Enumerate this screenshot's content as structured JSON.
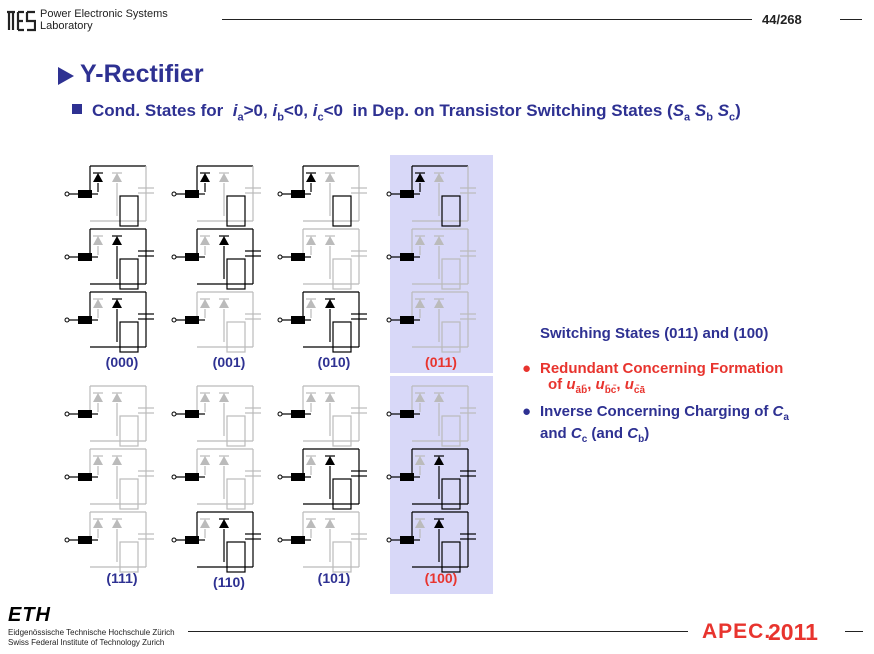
{
  "header": {
    "lab_line1": "Power Electronic Systems",
    "lab_line2": "Laboratory",
    "page": "44/268"
  },
  "title": "Y-Rectifier",
  "subtitle": {
    "lead": "Cond. States for",
    "cond_a_var": "i",
    "cond_a_sub": "a",
    "cond_a_rel": ">0,",
    "cond_b_var": "i",
    "cond_b_sub": "b",
    "cond_b_rel": "<0,",
    "cond_c_var": "i",
    "cond_c_sub": "c",
    "cond_c_rel": "<0",
    "tail": "in Dep. on Transistor Switching States (",
    "sa": "S",
    "sa_sub": "a",
    "sb": "S",
    "sb_sub": "b",
    "sc": "S",
    "sc_sub": "c",
    "close": ")"
  },
  "states_top": [
    "(000)",
    "(001)",
    "(010)",
    "(011)"
  ],
  "states_bottom": [
    "(111)",
    "(110)",
    "(101)",
    "(100)"
  ],
  "highlighted_states": [
    "(011)",
    "(100)"
  ],
  "diodes_on": {
    "000": [
      1,
      2,
      2
    ],
    "001": [
      1,
      2,
      0
    ],
    "010": [
      1,
      0,
      2
    ],
    "011": [
      1,
      0,
      0
    ],
    "111": [
      0,
      0,
      0
    ],
    "110": [
      0,
      0,
      2
    ],
    "101": [
      0,
      2,
      0
    ],
    "100": [
      0,
      2,
      2
    ]
  },
  "info": {
    "heading": "Switching States (011) and (100)",
    "item1_line1": "Redundant Concerning Formation",
    "item1_line2_prefix": "of",
    "u_ab": "u",
    "u_ab_sub": "āb̄",
    "u_bc": "u",
    "u_bc_sub": "b̄c̄",
    "u_ca": "u",
    "u_ca_sub": "c̄ā",
    "item2_line1": "Inverse Concerning Charging of",
    "item2_ca": "C",
    "item2_ca_sub": "a",
    "item2_line2_prefix": "and",
    "item2_cc": "C",
    "item2_cc_sub": "c",
    "item2_paren_open": "(and",
    "item2_cb": "C",
    "item2_cb_sub": "b",
    "item2_paren_close": ")"
  },
  "footer": {
    "eth_logo": "ETH",
    "eth_line1": "Eidgenössische Technische Hochschule Zürich",
    "eth_line2": "Swiss Federal Institute of Technology Zurich",
    "apec": "APEC.",
    "year": "2011"
  },
  "colors": {
    "accent_blue": "#2e3192",
    "accent_red": "#e8342e",
    "highlight": "#d8d8f8",
    "inactive_gray": "#bbbbbb"
  }
}
